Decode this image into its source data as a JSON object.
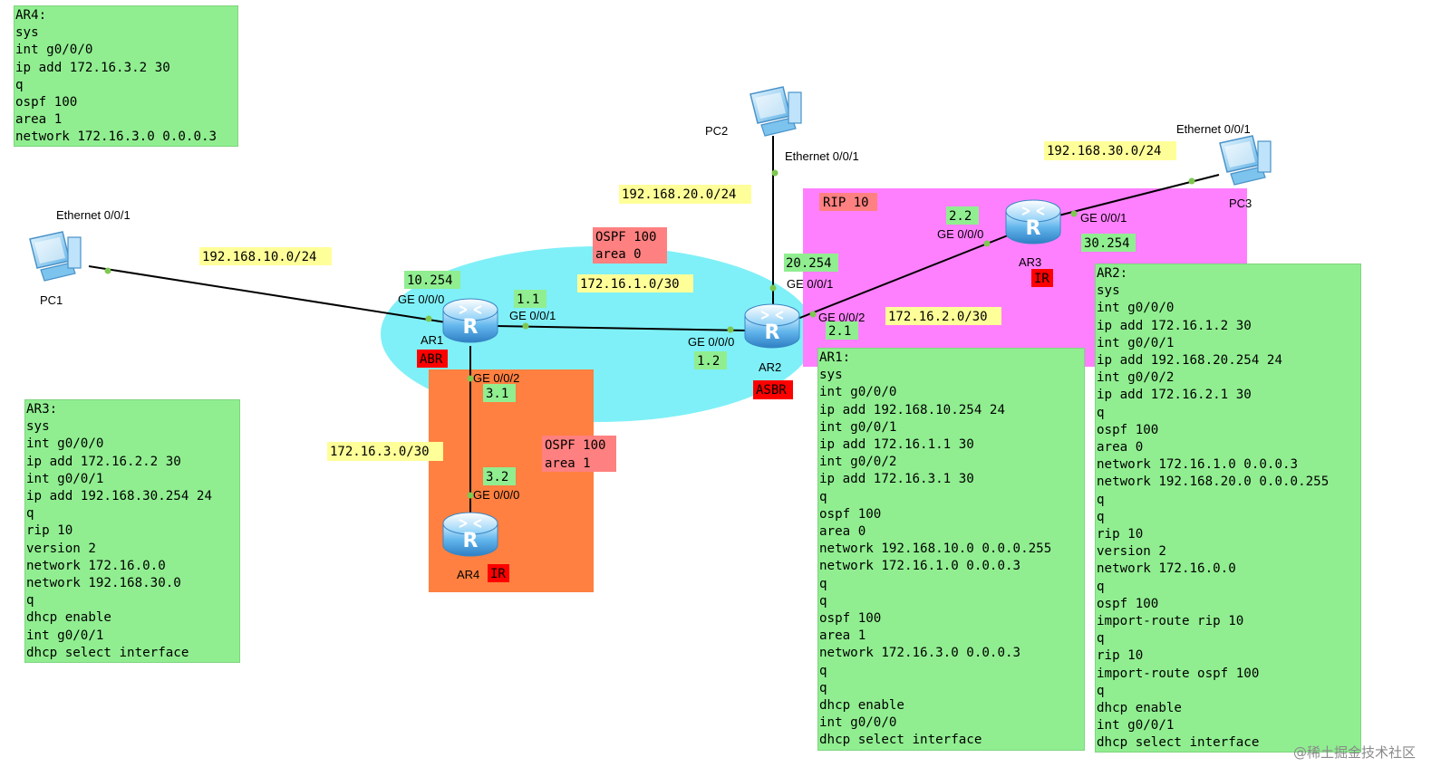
{
  "zones": {
    "ospf_area0": {
      "line1": "OSPF 100",
      "line2": "area 0",
      "color": "#7ff0f7"
    },
    "ospf_area1": {
      "line1": "OSPF 100",
      "line2": "area 1",
      "color": "#ff8040"
    },
    "rip": {
      "label": "RIP 10",
      "color": "#ff80ff"
    }
  },
  "devices": {
    "pc1": {
      "name": "PC1",
      "port": "Ethernet 0/0/1"
    },
    "pc2": {
      "name": "PC2",
      "port": "Ethernet 0/0/1"
    },
    "pc3": {
      "name": "PC3",
      "port": "Ethernet 0/0/1"
    },
    "ar1": {
      "name": "AR1",
      "role": "ABR"
    },
    "ar2": {
      "name": "AR2",
      "role": "ASBR"
    },
    "ar3": {
      "name": "AR3",
      "role": "IR"
    },
    "ar4": {
      "name": "AR4",
      "role": "IR"
    }
  },
  "networks": {
    "pc1_net": "192.168.10.0/24",
    "pc2_net": "192.168.20.0/24",
    "pc3_net": "192.168.30.0/24",
    "ar1_ar2": "172.16.1.0/30",
    "ar2_ar3": "172.16.2.0/30",
    "ar1_ar4": "172.16.3.0/30"
  },
  "interfaces": {
    "ar1_g000": {
      "port": "GE 0/0/0",
      "ip": "10.254"
    },
    "ar1_g001": {
      "port": "GE 0/0/1",
      "ip": "1.1"
    },
    "ar1_g002": {
      "port": "GE 0/0/2",
      "ip": "3.1"
    },
    "ar2_g000": {
      "port": "GE 0/0/0",
      "ip": "1.2"
    },
    "ar2_g001": {
      "port": "GE 0/0/1",
      "ip": "20.254"
    },
    "ar2_g002": {
      "port": "GE 0/0/2",
      "ip": "2.1"
    },
    "ar3_g000": {
      "port": "GE 0/0/0",
      "ip": "2.2"
    },
    "ar3_g001": {
      "port": "GE 0/0/1",
      "ip": "30.254"
    },
    "ar4_g000": {
      "port": "GE 0/0/0",
      "ip": "3.2"
    }
  },
  "configs": {
    "ar4": "AR4:\nsys\nint g0/0/0\nip add 172.16.3.2 30\nq\nospf 100\narea 1\nnetwork 172.16.3.0 0.0.0.3",
    "ar3": "AR3:\nsys\nint g0/0/0\nip add 172.16.2.2 30\nint g0/0/1\nip add 192.168.30.254 24\nq\nrip 10\nversion 2\nnetwork 172.16.0.0\nnetwork 192.168.30.0\nq\ndhcp enable\nint g0/0/1\ndhcp select interface",
    "ar1": "AR1:\nsys\nint g0/0/0\nip add 192.168.10.254 24\nint g0/0/1\nip add 172.16.1.1 30\nint g0/0/2\nip add 172.16.3.1 30\nq\nospf 100\narea 0\nnetwork 192.168.10.0 0.0.0.255\nnetwork 172.16.1.0 0.0.0.3\nq\nq\nospf 100\narea 1\nnetwork 172.16.3.0 0.0.0.3\nq\nq\ndhcp enable\nint g0/0/0\ndhcp select interface",
    "ar2": "AR2:\nsys\nint g0/0/0\nip add 172.16.1.2 30\nint g0/0/1\nip add 192.168.20.254 24\nint g0/0/2\nip add 172.16.2.1 30\nq\nospf 100\narea 0\nnetwork 172.16.1.0 0.0.0.3\nnetwork 192.168.20.0 0.0.0.255\nq\nq\nrip 10\nversion 2\nnetwork 172.16.0.0\nq\nospf 100\nimport-route rip 10\nq\nrip 10\nimport-route ospf 100\nq\ndhcp enable\nint g0/0/1\ndhcp select interface"
  },
  "colors": {
    "config_box": "#90ee90",
    "subnet_tag": "#ffff99",
    "role_tag": "#ff0000",
    "link_dot": "#7ec850"
  },
  "watermark": "@稀土掘金技术社区"
}
